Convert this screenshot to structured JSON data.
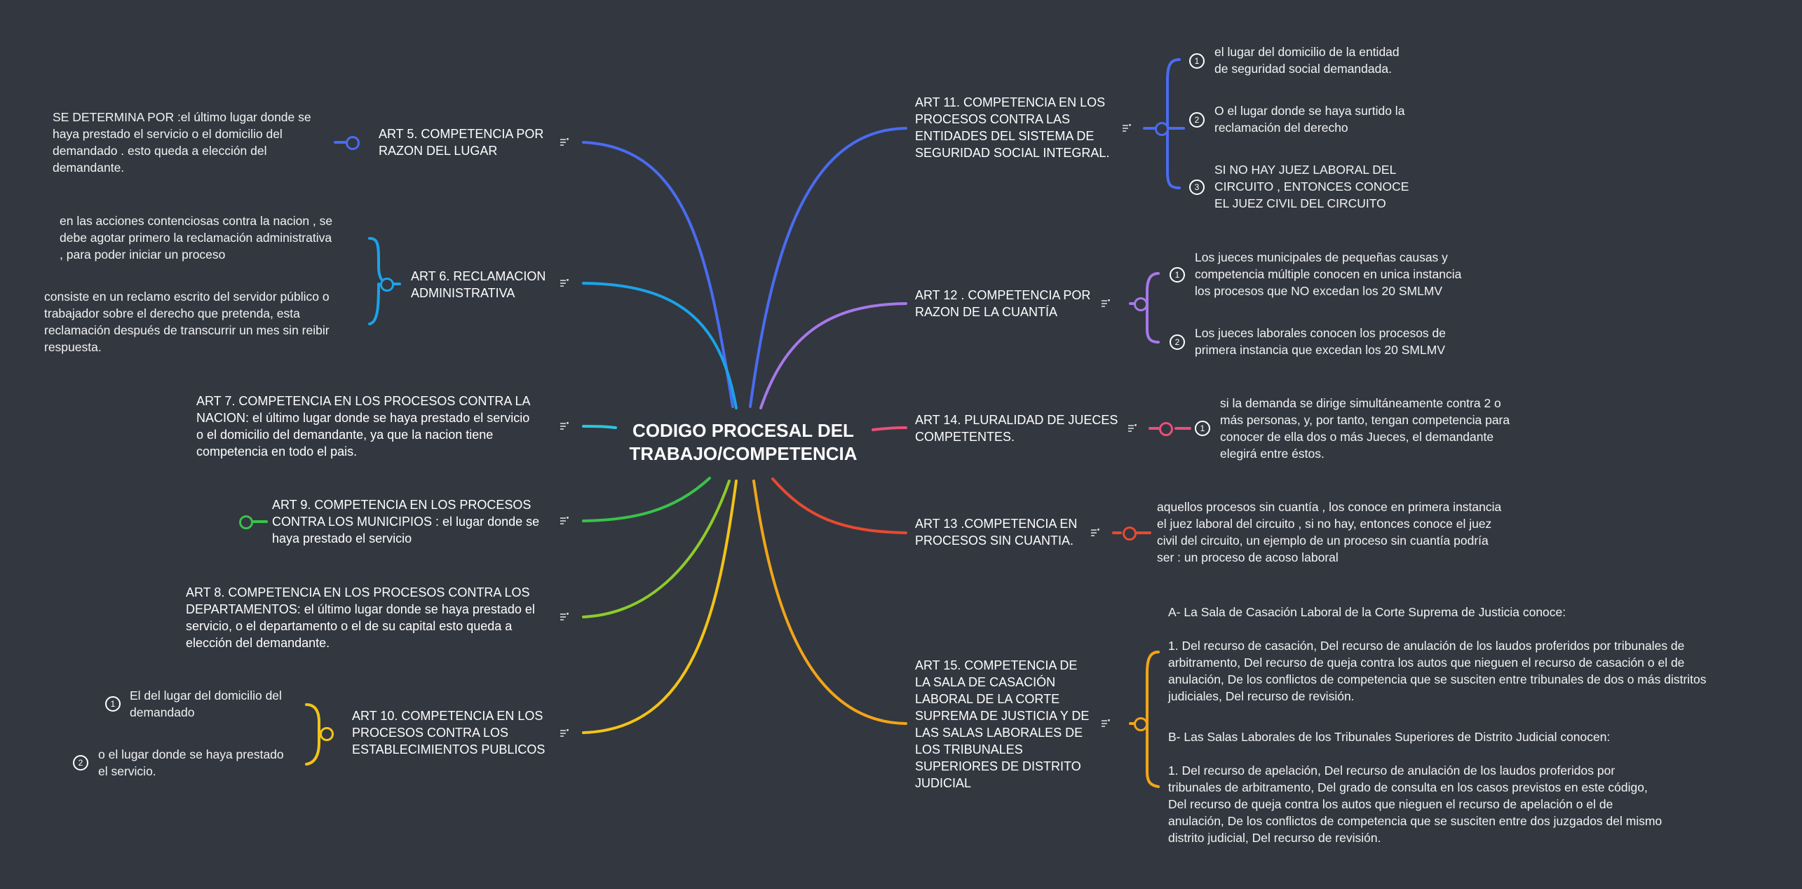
{
  "center": "CODIGO PROCESAL DEL\nTRABAJO/COMPETENCIA",
  "colors": {
    "background": "#333740",
    "art5": "#4a6cf0",
    "art6": "#1ba3e8",
    "art7": "#2cc6dc",
    "art9": "#3ac24a",
    "art8": "#8ccc2a",
    "art10": "#f2c418",
    "art11": "#4a6cf0",
    "art12": "#a679e8",
    "art14": "#e8507a",
    "art13": "#e84a30",
    "art15": "#f2a518"
  },
  "left": {
    "art5": {
      "label": "ART 5.  COMPETENCIA POR\nRAZON DEL LUGAR",
      "detail": "SE DETERMINA POR :el último lugar donde se\nhaya prestado el servicio o el domicilio del\ndemandado . esto queda a elección del\ndemandante."
    },
    "art6": {
      "label": "ART 6. RECLAMACION\nADMINISTRATIVA",
      "items": [
        "en las acciones contenciosas contra la nacion , se\ndebe agotar primero la reclamación administrativa\n, para poder iniciar un proceso",
        "consiste en un reclamo escrito del servidor público o\ntrabajador sobre el derecho que pretenda, esta\nreclamación después de transcurrir un mes sin reibir\nrespuesta."
      ]
    },
    "art7": {
      "label": "ART 7. COMPETENCIA EN LOS PROCESOS CONTRA LA\nNACION: el último lugar donde se haya prestado el servicio\no el domicilio del demandante, ya que la nacion tiene\ncompetencia en todo el pais."
    },
    "art9": {
      "label": "ART 9.  COMPETENCIA EN LOS PROCESOS\nCONTRA LOS MUNICIPIOS : el lugar donde se\nhaya prestado el servicio"
    },
    "art8": {
      "label": "ART 8. COMPETENCIA EN LOS PROCESOS CONTRA LOS\nDEPARTAMENTOS: el último lugar donde se haya prestado el\nservicio, o el departamento o el de su capital esto queda a\nelección del demandante."
    },
    "art10": {
      "label": "ART 10.  COMPETENCIA EN LOS\nPROCESOS CONTRA LOS\nESTABLECIMIENTOS PUBLICOS",
      "items": [
        {
          "n": "1",
          "text": "El del lugar del domicilio  del\ndemandado"
        },
        {
          "n": "2",
          "text": "o el lugar donde se haya prestado\nel servicio."
        }
      ]
    }
  },
  "right": {
    "art11": {
      "label": "ART 11. COMPETENCIA EN LOS\nPROCESOS CONTRA LAS\nENTIDADES DEL SISTEMA DE\nSEGURIDAD SOCIAL INTEGRAL.",
      "items": [
        {
          "n": "1",
          "text": "el lugar del domicilio de la entidad\nde seguridad social demandada."
        },
        {
          "n": "2",
          "text": "O el lugar donde se haya surtido la\nreclamación del  derecho"
        },
        {
          "n": "3",
          "text": "SI NO HAY JUEZ LABORAL DEL\nCIRCUITO , ENTONCES CONOCE\nEL JUEZ CIVIL DEL CIRCUITO"
        }
      ]
    },
    "art12": {
      "label": "ART 12 . COMPETENCIA POR\nRAZON DE LA CUANTÍA",
      "items": [
        {
          "n": "1",
          "text": "Los jueces municipales de pequeñas causas y\ncompetencia múltiple conocen en unica instancia\nlos procesos que NO excedan los 20 SMLMV"
        },
        {
          "n": "2",
          "text": "Los jueces laborales conocen los procesos de\nprimera instancia que excedan los 20 SMLMV"
        }
      ]
    },
    "art14": {
      "label": "ART 14. PLURALIDAD DE JUECES\nCOMPETENTES.",
      "items": [
        {
          "n": "1",
          "text": "si la demanda se dirige simultáneamente contra 2 o\nmás personas, y, por tanto, tengan competencia para\nconocer de ella dos o más Jueces, el demandante\nelegirá entre éstos."
        }
      ]
    },
    "art13": {
      "label": "ART 13 .COMPETENCIA EN\nPROCESOS SIN CUANTIA.",
      "detail": "aquellos procesos sin cuantía , los conoce en primera instancia\n el juez laboral del circuito , si no hay, entonces conoce el juez\ncivil del circuito, un ejemplo de un proceso sin cuantía podría\nser : un proceso de acoso laboral"
    },
    "art15": {
      "label": "ART 15. COMPETENCIA DE\nLA SALA DE CASACIÓN\nLABORAL DE LA CORTE\nSUPREMA DE JUSTICIA Y DE\nLAS SALAS LABORALES DE\nLOS TRIBUNALES\nSUPERIORES DE DISTRITO\nJUDICIAL",
      "items": [
        "A- La Sala de Casación Laboral de la Corte Suprema de Justicia conoce:\n\n1. Del recurso de casación,  Del recurso de anulación de los laudos proferidos por tribunales de\narbitramento, Del recurso de queja contra los autos que nieguen el recurso de casación o el de\nanulación, De los conflictos de competencia que se susciten entre tribunales de dos o más distritos\njudiciales, Del recurso de revisión.",
        "B- Las Salas Laborales de los Tribunales Superiores de Distrito Judicial conocen:\n\n1. Del recurso de apelación, Del recurso de anulación de los laudos proferidos por\ntribunales de arbitramento, Del grado de consulta en los casos previstos en este código,\nDel recurso de queja contra los autos que nieguen el recurso de apelación o el de\nanulación, De los conflictos de competencia que se susciten entre dos juzgados del mismo\ndistrito judicial, Del recurso de revisión."
      ]
    }
  }
}
